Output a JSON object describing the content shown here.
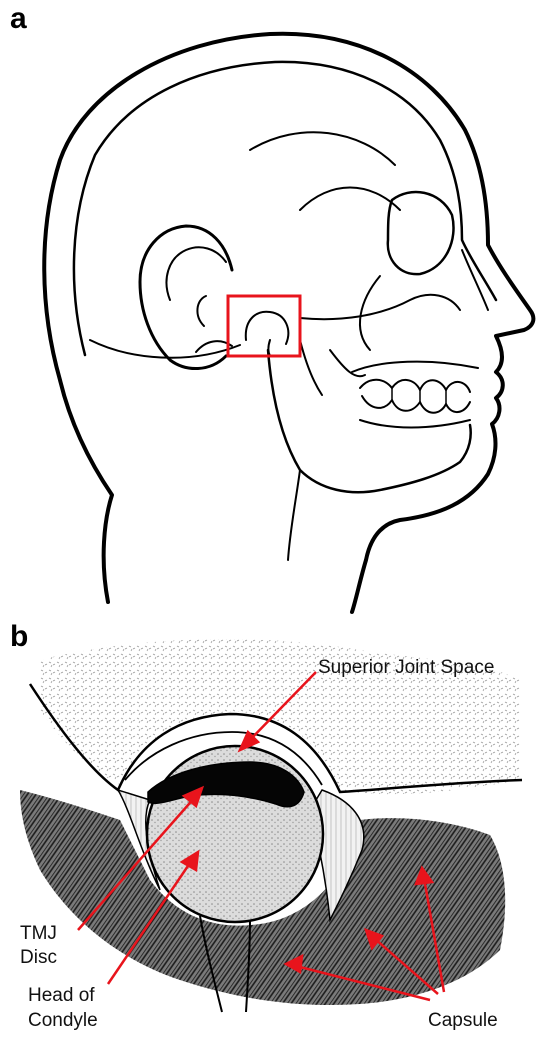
{
  "panel_a": {
    "letter": "a"
  },
  "panel_b": {
    "letter": "b",
    "labels": {
      "superior_joint_space": "Superior Joint Space",
      "tmj_disc_line1": "TMJ",
      "tmj_disc_line2": "Disc",
      "head_line1": "Head of",
      "head_line2": "Condyle",
      "capsule": "Capsule"
    }
  },
  "colors": {
    "line": "#000000",
    "highlight_box": "#e8141c",
    "arrow": "#e8141c"
  }
}
